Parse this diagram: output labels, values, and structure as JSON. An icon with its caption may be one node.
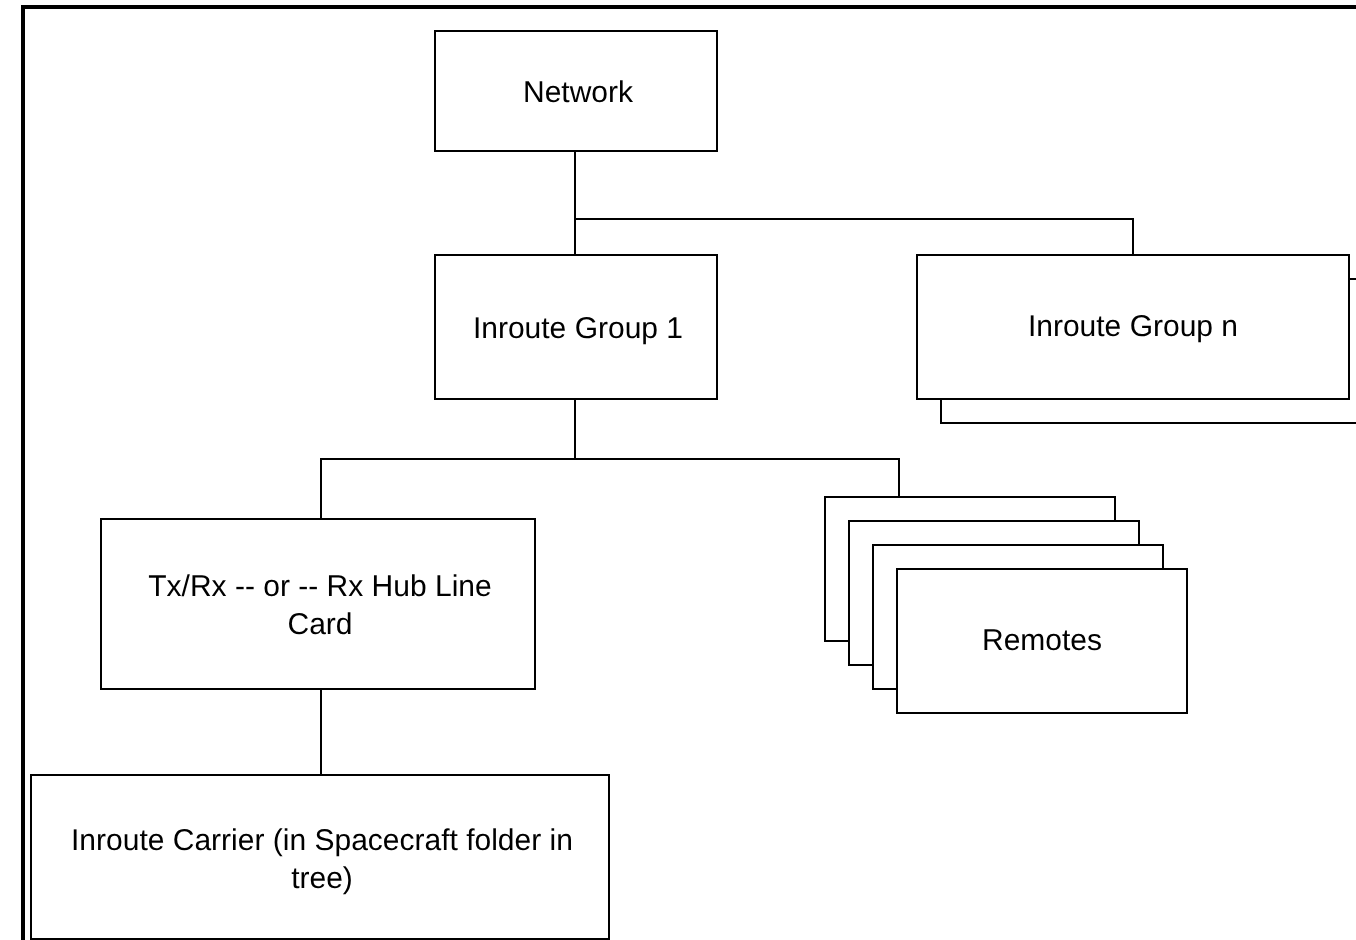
{
  "diagram": {
    "nodes": [
      {
        "text": [
          "Network"
        ]
      },
      {
        "text": [
          "Inroute Group 1"
        ]
      },
      {
        "text": [
          "Inroute Group n"
        ]
      },
      {
        "text": [
          "Tx/Rx -- or -- Rx Hub Line Card"
        ]
      },
      {
        "text": [
          "Remotes"
        ]
      },
      {
        "text": [
          "Inroute Carrier (in Spacecraft folder in tree)"
        ]
      }
    ],
    "edges": [
      {
        "from": 0,
        "to": 1,
        "arrow": "none"
      },
      {
        "from": 0,
        "to": 2,
        "arrow": "none"
      },
      {
        "from": 1,
        "to": 3,
        "arrow": "none"
      },
      {
        "from": 1,
        "to": 4,
        "arrow": "none"
      },
      {
        "from": 3,
        "to": 5,
        "arrow": "none"
      }
    ]
  }
}
